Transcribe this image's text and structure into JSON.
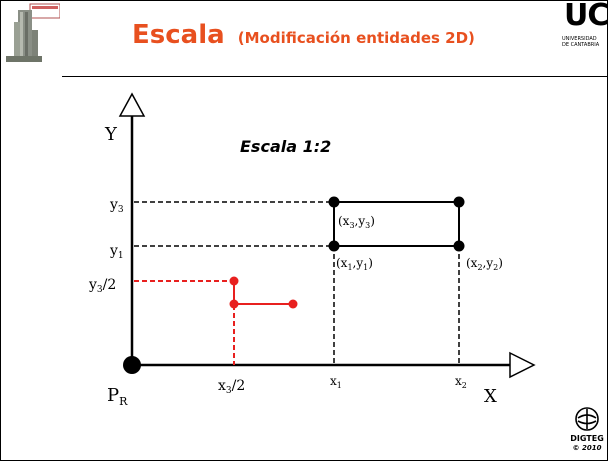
{
  "header": {
    "title": "Escala",
    "subtitle": "(Modificación entidades 2D)",
    "title_color": "#e8501f"
  },
  "logos": {
    "left_icon": "building-logo-icon",
    "uc_text": "UC",
    "uc_subtext_line1": "UNIVERSIDAD",
    "uc_subtext_line2": "DE CANTABRIA",
    "footer_label": "DIGTEG",
    "footer_year": "© 2010",
    "footer_icon": "digteg-emblem-icon"
  },
  "diagram": {
    "scale_label": "Escala 1:2",
    "axis_y": "Y",
    "axis_x": "X",
    "origin": {
      "main": "P",
      "sub": "R"
    },
    "tick_x3half": {
      "main": "x",
      "sub": "3",
      "suffix": "/2"
    },
    "tick_x1": {
      "main": "x",
      "sub": "1"
    },
    "tick_x2": {
      "main": "x",
      "sub": "2"
    },
    "tick_y3": {
      "main": "y",
      "sub": "3"
    },
    "tick_y1": {
      "main": "y",
      "sub": "1"
    },
    "tick_y3half": {
      "main": "y",
      "sub": "3",
      "suffix": "/2"
    },
    "point_p3": {
      "open": "(x",
      "sub_a": "3",
      "mid": ",y",
      "sub_b": "3",
      "close": ")"
    },
    "point_p1": {
      "open": "(x",
      "sub_a": "1",
      "mid": ",y",
      "sub_b": "1",
      "close": ")"
    },
    "point_p2": {
      "open": "(x",
      "sub_a": "2",
      "mid": ",y",
      "sub_b": "2",
      "close": ")"
    },
    "colors": {
      "original": "#000000",
      "scaled": "#e8201f"
    }
  }
}
